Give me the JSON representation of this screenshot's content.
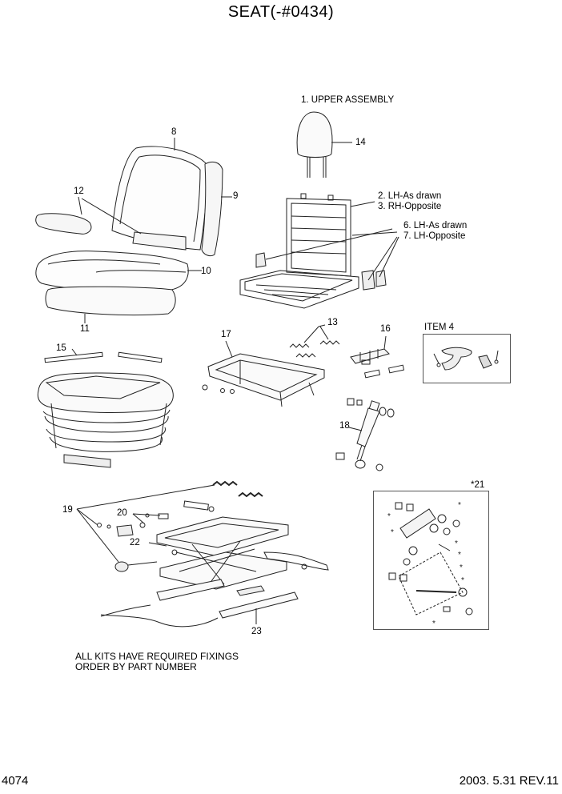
{
  "title": "SEAT(-#0434)",
  "labels": {
    "upper_assembly": "1. UPPER ASSEMBLY",
    "n2": "2. LH-As drawn",
    "n3": "3. RH-Opposite",
    "n6": "6. LH-As drawn",
    "n7": "7. LH-Opposite",
    "n8": "8",
    "n9": "9",
    "n10": "10",
    "n11": "11",
    "n12": "12",
    "n13": "13",
    "n14": "14",
    "n15": "15",
    "n16": "16",
    "n17": "17",
    "n18": "18",
    "n19": "19",
    "n20": "20",
    "n21": "*21",
    "n22": "22",
    "n23": "23",
    "item4": "ITEM 4"
  },
  "notes": {
    "line1": "ALL KITS HAVE REQUIRED FIXINGS",
    "line2": "ORDER BY PART NUMBER"
  },
  "footer": {
    "page": "4074",
    "date_rev": "2003. 5.31 REV.11"
  }
}
